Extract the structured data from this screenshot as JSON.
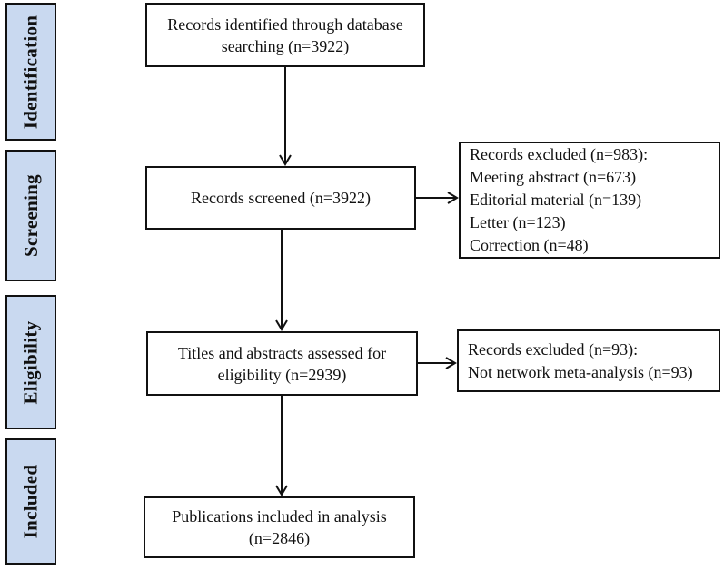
{
  "colors": {
    "stage_fill": "#c9d9f0",
    "line": "#111111",
    "background": "#ffffff"
  },
  "stages": [
    {
      "label": "Identification"
    },
    {
      "label": "Screening"
    },
    {
      "label": "Eligibility"
    },
    {
      "label": "Included"
    }
  ],
  "nodes": {
    "identified": {
      "text": "Records identified through database\nsearching (n=3922)"
    },
    "screened": {
      "text": "Records screened (n=3922)"
    },
    "assessed": {
      "text": "Titles and abstracts assessed for\neligibility (n=2939)"
    },
    "included": {
      "text": "Publications included in analysis\n(n=2846)"
    },
    "excluded_screening": {
      "lines": [
        "Records excluded (n=983):",
        "Meeting abstract (n=673)",
        "Editorial material (n=139)",
        "Letter (n=123)",
        "Correction (n=48)"
      ]
    },
    "excluded_eligibility": {
      "lines": [
        "Records excluded (n=93):",
        "Not network meta-analysis (n=93)"
      ]
    }
  }
}
